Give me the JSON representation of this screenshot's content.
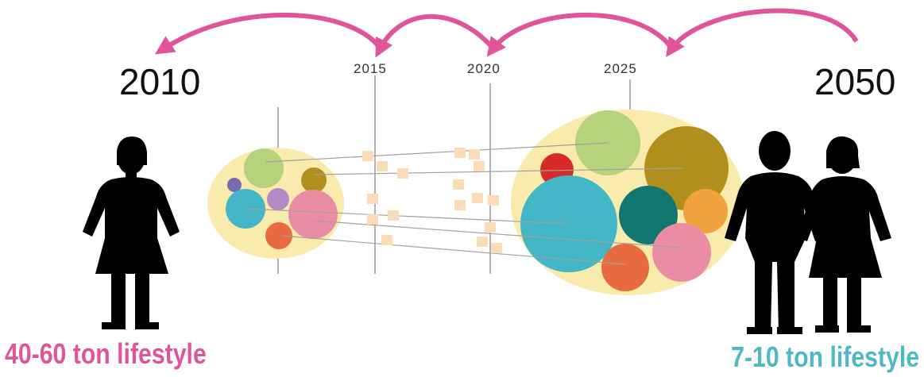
{
  "timeline": {
    "start_year": "2010",
    "end_year": "2050",
    "milestones": [
      "2015",
      "2020",
      "2025"
    ]
  },
  "labels": {
    "left_lifestyle": "40-60 ton lifestyle",
    "right_lifestyle": "7-10 ton lifestyle"
  },
  "colors": {
    "arrow": "#e0559a",
    "left_label": "#e0559a",
    "right_label": "#4fb8c4",
    "bubble_background": "#f8ebab",
    "connector_box": "#fbdcb6",
    "silhouette": "#000000"
  },
  "icons": {
    "person_left": "woman-silhouette-icon",
    "people_right": "couple-silhouette-icon",
    "arrows": "curved-arrow-icon"
  }
}
